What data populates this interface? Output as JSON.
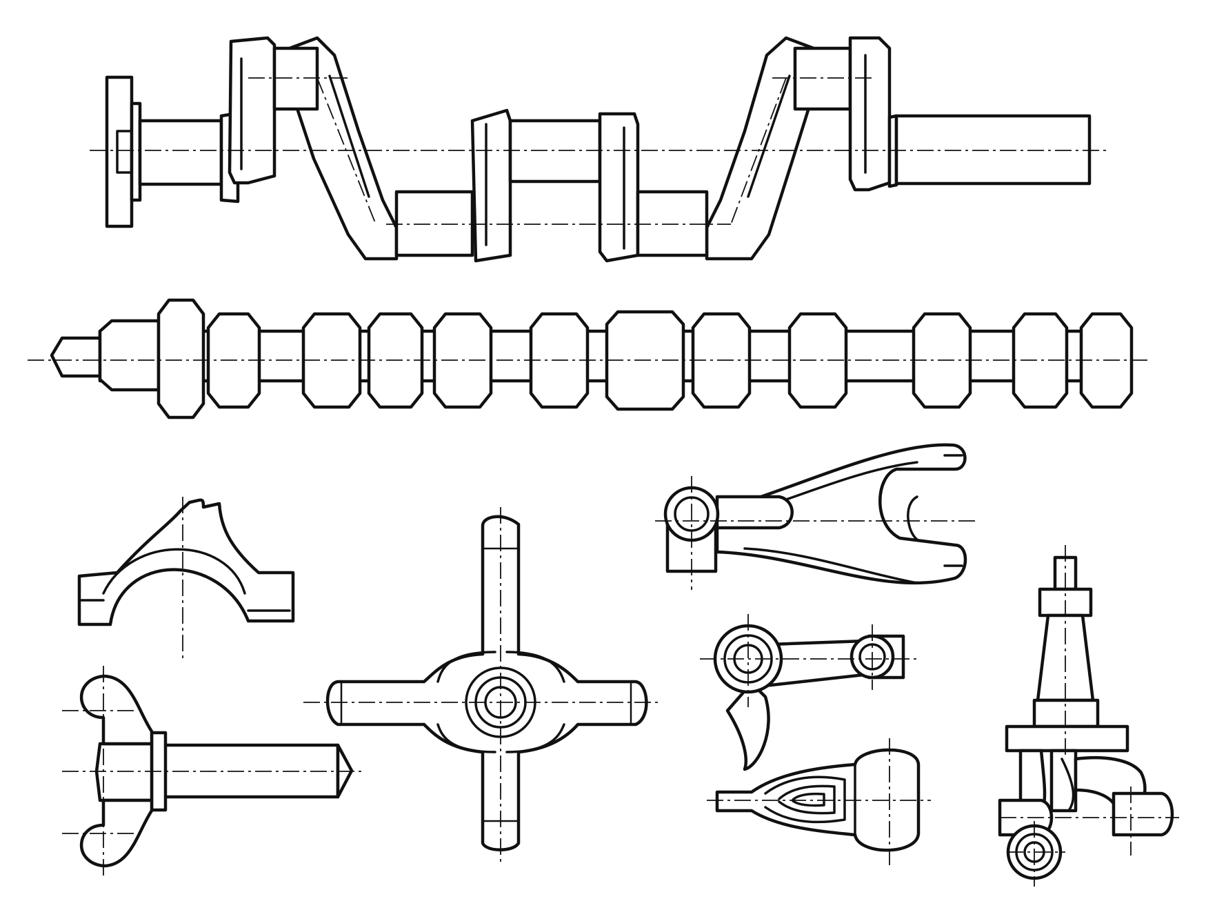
{
  "figure": {
    "line_color": "#111111",
    "background_color": "#ffffff",
    "parts": [
      "crankshaft",
      "camshaft",
      "bearing-cap",
      "winged-pin",
      "cross-spider",
      "shifting-fork",
      "bent-lever",
      "forked-rod-end",
      "steering-knuckle"
    ]
  }
}
